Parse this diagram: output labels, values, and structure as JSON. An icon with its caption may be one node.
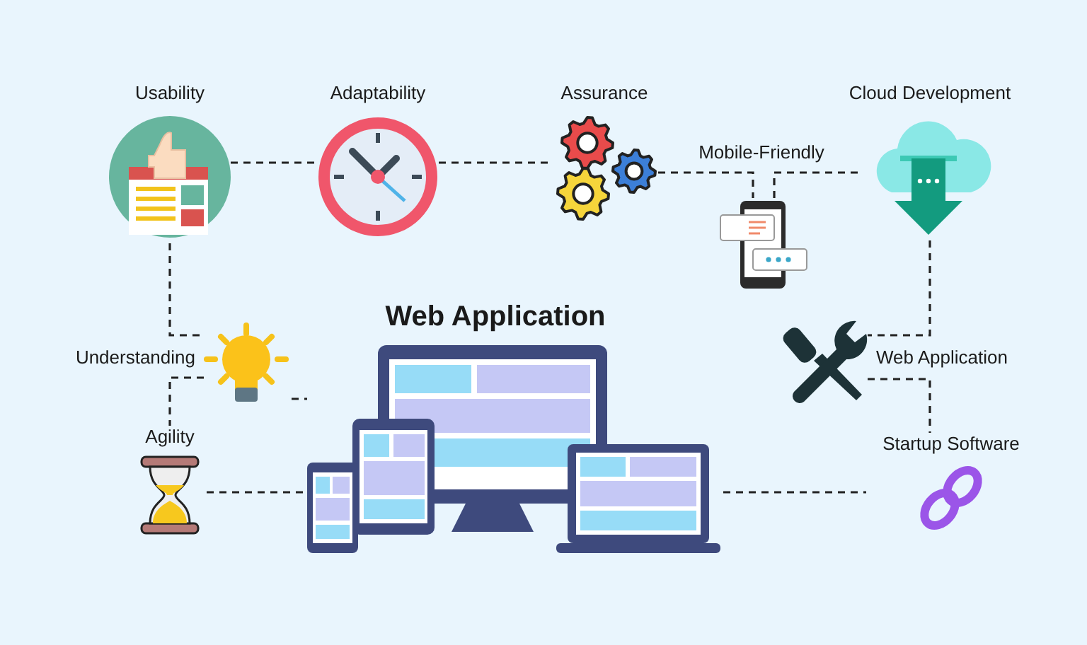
{
  "diagram": {
    "nodes": [
      {
        "text": [
          "Usability"
        ]
      },
      {
        "text": [
          "Adaptability"
        ]
      },
      {
        "text": [
          "Assurance"
        ]
      },
      {
        "text": [
          "Mobile-Friendly"
        ]
      },
      {
        "text": [
          "Cloud Development"
        ]
      },
      {
        "text": [
          "Understanding"
        ]
      },
      {
        "text": [
          "Web Application"
        ]
      },
      {
        "text": [
          "Startup Software"
        ]
      },
      {
        "text": [
          "Agility"
        ]
      },
      {
        "text": [
          "Web Application"
        ]
      }
    ],
    "edges": [
      {
        "from": 0,
        "to": 1,
        "arrow": "none"
      },
      {
        "from": 1,
        "to": 2,
        "arrow": "none"
      },
      {
        "from": 2,
        "to": 3,
        "arrow": "none"
      },
      {
        "from": 3,
        "to": 4,
        "arrow": "none"
      },
      {
        "from": 0,
        "to": 5,
        "arrow": "none"
      },
      {
        "from": 5,
        "to": 8,
        "arrow": "none"
      },
      {
        "from": 5,
        "to": 9,
        "arrow": "none"
      },
      {
        "from": 8,
        "to": 9,
        "arrow": "none"
      },
      {
        "from": 4,
        "to": 6,
        "arrow": "none"
      },
      {
        "from": 6,
        "to": 7,
        "arrow": "none"
      },
      {
        "from": 9,
        "to": 7,
        "arrow": "none"
      }
    ]
  }
}
